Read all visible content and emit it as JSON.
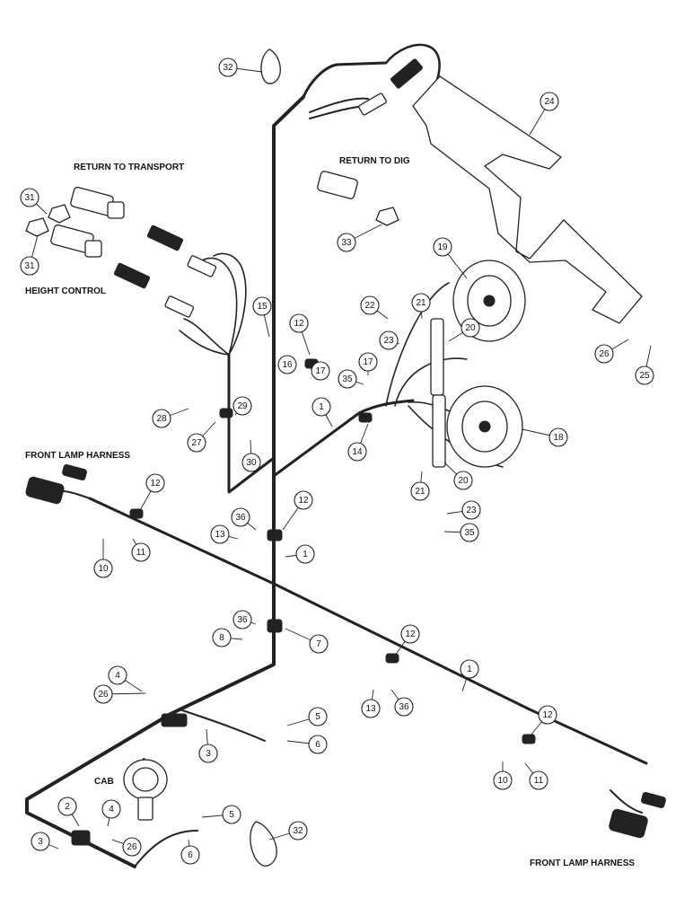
{
  "labels": {
    "return_to_transport": "RETURN TO TRANSPORT",
    "return_to_dig": "RETURN TO DIG",
    "height_control": "HEIGHT CONTROL",
    "front_lamp_harness_top": "FRONT LAMP HARNESS",
    "front_lamp_harness_bottom": "FRONT LAMP HARNESS",
    "cab": "CAB"
  },
  "callouts": [
    {
      "id": "c32a",
      "n": "32"
    },
    {
      "id": "c24",
      "n": "24"
    },
    {
      "id": "c31a",
      "n": "31"
    },
    {
      "id": "c31b",
      "n": "31"
    },
    {
      "id": "c33",
      "n": "33"
    },
    {
      "id": "c19",
      "n": "19"
    },
    {
      "id": "c15",
      "n": "15"
    },
    {
      "id": "c12a",
      "n": "12"
    },
    {
      "id": "c22",
      "n": "22"
    },
    {
      "id": "c21a",
      "n": "21"
    },
    {
      "id": "c20a",
      "n": "20"
    },
    {
      "id": "c23a",
      "n": "23"
    },
    {
      "id": "c16",
      "n": "16"
    },
    {
      "id": "c17a",
      "n": "17"
    },
    {
      "id": "c17b",
      "n": "17"
    },
    {
      "id": "c35a",
      "n": "35"
    },
    {
      "id": "c26a",
      "n": "26"
    },
    {
      "id": "c25",
      "n": "25"
    },
    {
      "id": "c29",
      "n": "29"
    },
    {
      "id": "c28",
      "n": "28"
    },
    {
      "id": "c1a",
      "n": "1"
    },
    {
      "id": "c27",
      "n": "27"
    },
    {
      "id": "c14",
      "n": "14"
    },
    {
      "id": "c18",
      "n": "18"
    },
    {
      "id": "c30",
      "n": "30"
    },
    {
      "id": "c20b",
      "n": "20"
    },
    {
      "id": "c12b",
      "n": "12"
    },
    {
      "id": "c12c",
      "n": "12"
    },
    {
      "id": "c21b",
      "n": "21"
    },
    {
      "id": "c36a",
      "n": "36"
    },
    {
      "id": "c13a",
      "n": "13"
    },
    {
      "id": "c23b",
      "n": "23"
    },
    {
      "id": "c1b",
      "n": "1"
    },
    {
      "id": "c35b",
      "n": "35"
    },
    {
      "id": "c10a",
      "n": "10"
    },
    {
      "id": "c11a",
      "n": "11"
    },
    {
      "id": "c36b",
      "n": "36"
    },
    {
      "id": "c8",
      "n": "8"
    },
    {
      "id": "c7",
      "n": "7"
    },
    {
      "id": "c12d",
      "n": "12"
    },
    {
      "id": "c4a",
      "n": "4"
    },
    {
      "id": "c1c",
      "n": "1"
    },
    {
      "id": "c26b",
      "n": "26"
    },
    {
      "id": "c13b",
      "n": "13"
    },
    {
      "id": "c36c",
      "n": "36"
    },
    {
      "id": "c5a",
      "n": "5"
    },
    {
      "id": "c12e",
      "n": "12"
    },
    {
      "id": "c6a",
      "n": "6"
    },
    {
      "id": "c3a",
      "n": "3"
    },
    {
      "id": "c10b",
      "n": "10"
    },
    {
      "id": "c11b",
      "n": "11"
    },
    {
      "id": "c2",
      "n": "2"
    },
    {
      "id": "c4b",
      "n": "4"
    },
    {
      "id": "c5b",
      "n": "5"
    },
    {
      "id": "c32b",
      "n": "32"
    },
    {
      "id": "c3b",
      "n": "3"
    },
    {
      "id": "c26c",
      "n": "26"
    },
    {
      "id": "c6b",
      "n": "6"
    }
  ]
}
